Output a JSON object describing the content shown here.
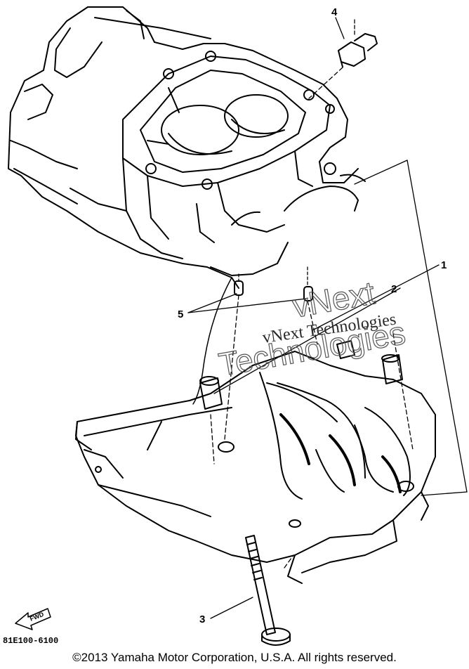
{
  "diagram": {
    "callouts": [
      {
        "id": "1",
        "label": "1"
      },
      {
        "id": "2",
        "label": "2"
      },
      {
        "id": "3",
        "label": "3"
      },
      {
        "id": "4",
        "label": "4"
      },
      {
        "id": "5",
        "label": "5"
      }
    ],
    "watermark": {
      "line1": "vNext Technologies",
      "big_line1": "vNext",
      "big_line2": "Technologies"
    },
    "forward_label": "FWD",
    "part_code": "81E100-6100"
  },
  "footer": {
    "copyright": "©2013 Yamaha Motor Corporation, U.S.A. All rights reserved."
  },
  "colors": {
    "ink": "#000000",
    "background": "#ffffff"
  }
}
